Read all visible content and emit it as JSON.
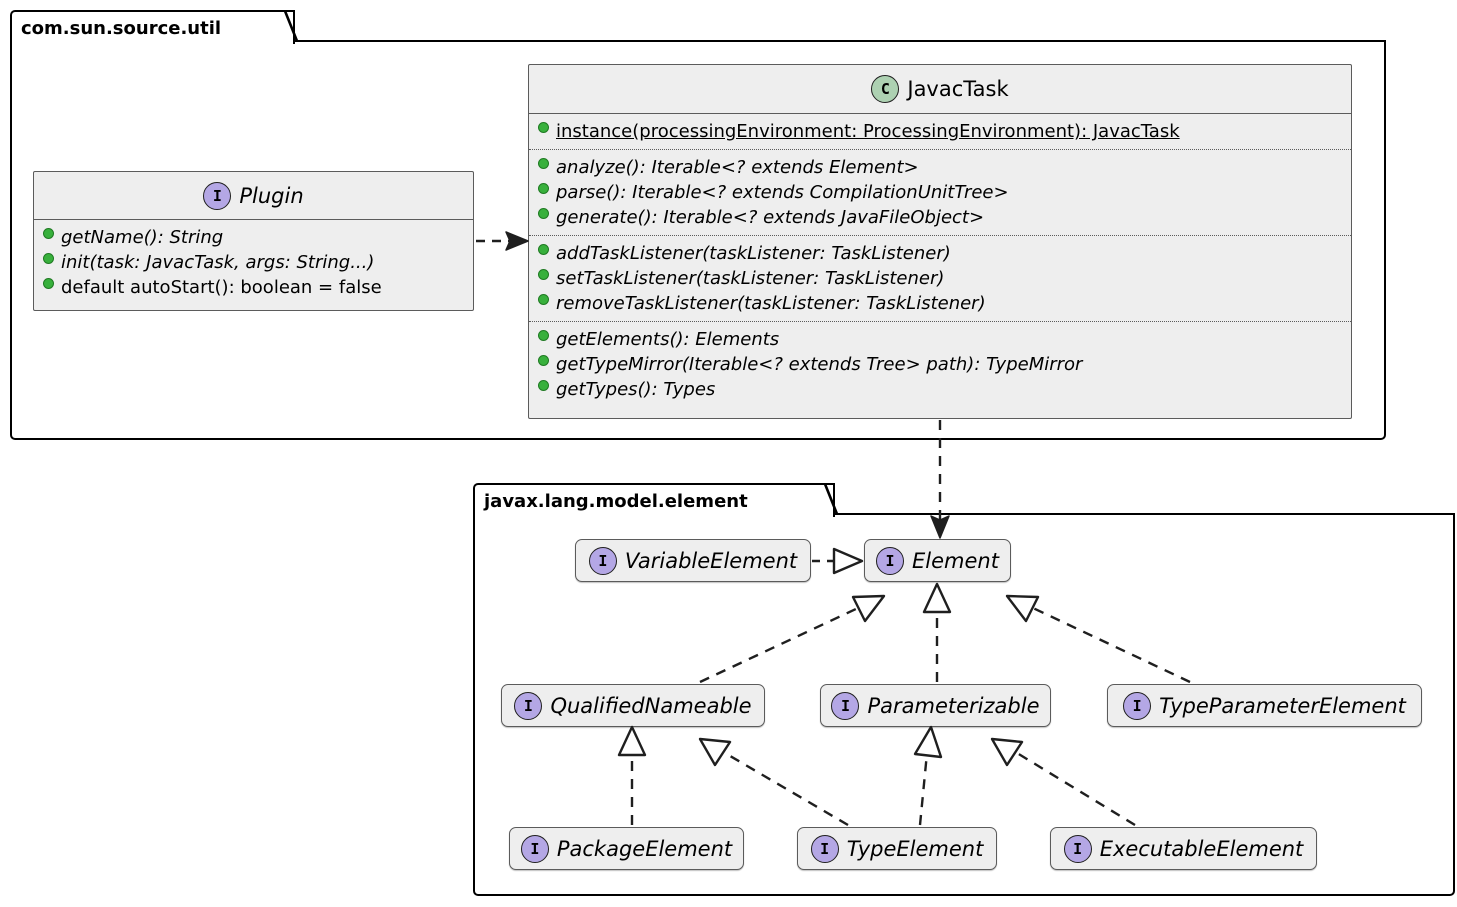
{
  "diagram": {
    "type": "uml-class-diagram",
    "title": "",
    "background": "#FFFFFF",
    "colors": {
      "interface_icon": "#B4A7E5",
      "class_icon": "#ADD1B2",
      "node_fill": "#EEEEEE",
      "node_border": "#5B5B5B",
      "public_bullet": "#38B03C",
      "line": "#1F1F1F"
    }
  },
  "packages": [
    {
      "id": "pkg-com-sun-source-util",
      "name": "com.sun.source.util"
    },
    {
      "id": "pkg-javax-lang-model-element",
      "name": "javax.lang.model.element"
    }
  ],
  "classes": {
    "javactask": {
      "name": "JavacTask",
      "stereotype": "C",
      "kind": "class",
      "sections": [
        {
          "members": [
            {
              "visibility": "public",
              "text": "instance(processingEnvironment: ProcessingEnvironment): JavacTask",
              "style": "static"
            }
          ]
        },
        {
          "members": [
            {
              "visibility": "public",
              "text": "analyze(): Iterable<? extends Element>",
              "style": "abstract"
            },
            {
              "visibility": "public",
              "text": "parse(): Iterable<? extends CompilationUnitTree>",
              "style": "abstract"
            },
            {
              "visibility": "public",
              "text": "generate(): Iterable<? extends JavaFileObject>",
              "style": "abstract"
            }
          ]
        },
        {
          "members": [
            {
              "visibility": "public",
              "text": "addTaskListener(taskListener: TaskListener)",
              "style": "abstract"
            },
            {
              "visibility": "public",
              "text": "setTaskListener(taskListener: TaskListener)",
              "style": "abstract"
            },
            {
              "visibility": "public",
              "text": "removeTaskListener(taskListener: TaskListener)",
              "style": "abstract"
            }
          ]
        },
        {
          "members": [
            {
              "visibility": "public",
              "text": "getElements(): Elements",
              "style": "abstract"
            },
            {
              "visibility": "public",
              "text": "getTypeMirror(Iterable<? extends Tree> path): TypeMirror",
              "style": "abstract"
            },
            {
              "visibility": "public",
              "text": "getTypes(): Types",
              "style": "abstract"
            }
          ]
        }
      ]
    },
    "plugin": {
      "name": "Plugin",
      "stereotype": "I",
      "kind": "interface",
      "sections": [
        {
          "members": [
            {
              "visibility": "public",
              "text": "getName(): String",
              "style": "abstract"
            },
            {
              "visibility": "public",
              "text": "init(task: JavacTask, args: String...)",
              "style": "abstract"
            },
            {
              "visibility": "public",
              "text": "default autoStart(): boolean = false",
              "style": "default"
            }
          ]
        }
      ]
    }
  },
  "interfaces": [
    {
      "id": "variableelement",
      "name": "VariableElement",
      "stereotype": "I"
    },
    {
      "id": "element",
      "name": "Element",
      "stereotype": "I"
    },
    {
      "id": "qualifiednameable",
      "name": "QualifiedNameable",
      "stereotype": "I"
    },
    {
      "id": "parameterizable",
      "name": "Parameterizable",
      "stereotype": "I"
    },
    {
      "id": "typeparameterelement",
      "name": "TypeParameterElement",
      "stereotype": "I"
    },
    {
      "id": "packageelement",
      "name": "PackageElement",
      "stereotype": "I"
    },
    {
      "id": "typeelement",
      "name": "TypeElement",
      "stereotype": "I"
    },
    {
      "id": "executableelement",
      "name": "ExecutableElement",
      "stereotype": "I"
    }
  ],
  "relations": [
    {
      "from": "Plugin",
      "to": "JavacTask",
      "type": "dependency",
      "style": "dashed",
      "arrow": "filled"
    },
    {
      "from": "JavacTask",
      "to": "Element",
      "type": "dependency",
      "style": "dashed",
      "arrow": "filled"
    },
    {
      "from": "VariableElement",
      "to": "Element",
      "type": "realization",
      "style": "dashed",
      "arrow": "hollow-triangle"
    },
    {
      "from": "QualifiedNameable",
      "to": "Element",
      "type": "realization",
      "style": "dashed",
      "arrow": "hollow-triangle"
    },
    {
      "from": "Parameterizable",
      "to": "Element",
      "type": "realization",
      "style": "dashed",
      "arrow": "hollow-triangle"
    },
    {
      "from": "TypeParameterElement",
      "to": "Element",
      "type": "realization",
      "style": "dashed",
      "arrow": "hollow-triangle"
    },
    {
      "from": "PackageElement",
      "to": "QualifiedNameable",
      "type": "realization",
      "style": "dashed",
      "arrow": "hollow-triangle"
    },
    {
      "from": "TypeElement",
      "to": "QualifiedNameable",
      "type": "realization",
      "style": "dashed",
      "arrow": "hollow-triangle"
    },
    {
      "from": "TypeElement",
      "to": "Parameterizable",
      "type": "realization",
      "style": "dashed",
      "arrow": "hollow-triangle"
    },
    {
      "from": "ExecutableElement",
      "to": "Parameterizable",
      "type": "realization",
      "style": "dashed",
      "arrow": "hollow-triangle"
    }
  ]
}
